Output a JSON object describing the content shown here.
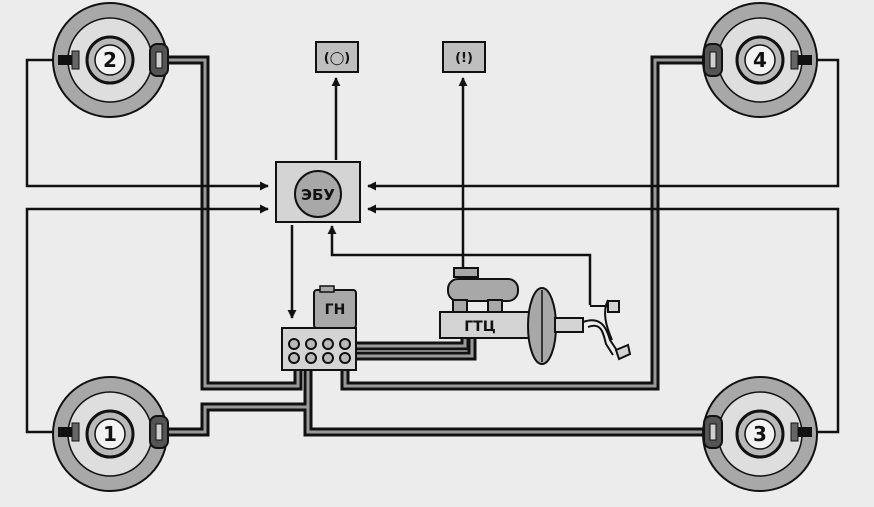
{
  "wheels": [
    {
      "id": "2",
      "label": "2"
    },
    {
      "id": "4",
      "label": "4"
    },
    {
      "id": "1",
      "label": "1"
    },
    {
      "id": "3",
      "label": "3"
    }
  ],
  "ecu": {
    "label": "ЭБУ"
  },
  "pump": {
    "label": "ГН"
  },
  "master_cylinder": {
    "label": "ГТЦ"
  },
  "warning_lamps": [
    {
      "id": "abs-lamp",
      "label": "(◯)"
    },
    {
      "id": "brake-lamp",
      "label": "(!)"
    }
  ],
  "colors": {
    "background": "#ececec",
    "line": "#111111",
    "tyre": "#a8a8a8",
    "component": "#d4d4d4"
  }
}
